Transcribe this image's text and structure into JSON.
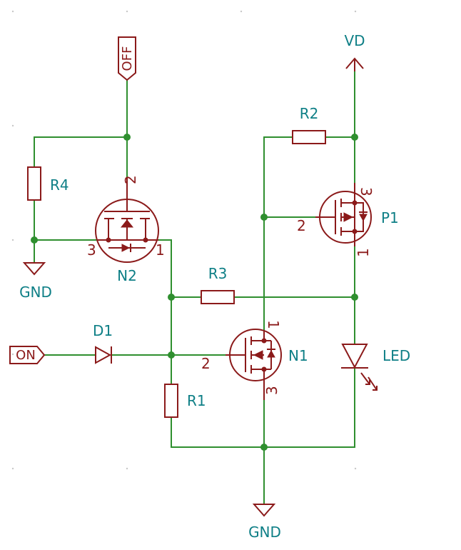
{
  "components": {
    "r1": "R1",
    "r2": "R2",
    "r3": "R3",
    "r4": "R4",
    "d1": "D1",
    "led": "LED",
    "n1": "N1",
    "n2": "N2",
    "p1": "P1"
  },
  "pins": {
    "n2_gate": "2",
    "n2_source": "3",
    "n2_drain": "1",
    "p1_gate": "2",
    "p1_source": "3",
    "p1_drain": "1",
    "n1_gate": "2",
    "n1_drain": "1",
    "n1_source": "3"
  },
  "labels": {
    "on": "ON",
    "off": "OFF"
  },
  "power": {
    "vd": "VD",
    "gnd_left": "GND",
    "gnd_bottom": "GND"
  },
  "colors": {
    "wire": "#2f8f2f",
    "component": "#8b1a1a",
    "reference": "#0e7f86"
  }
}
